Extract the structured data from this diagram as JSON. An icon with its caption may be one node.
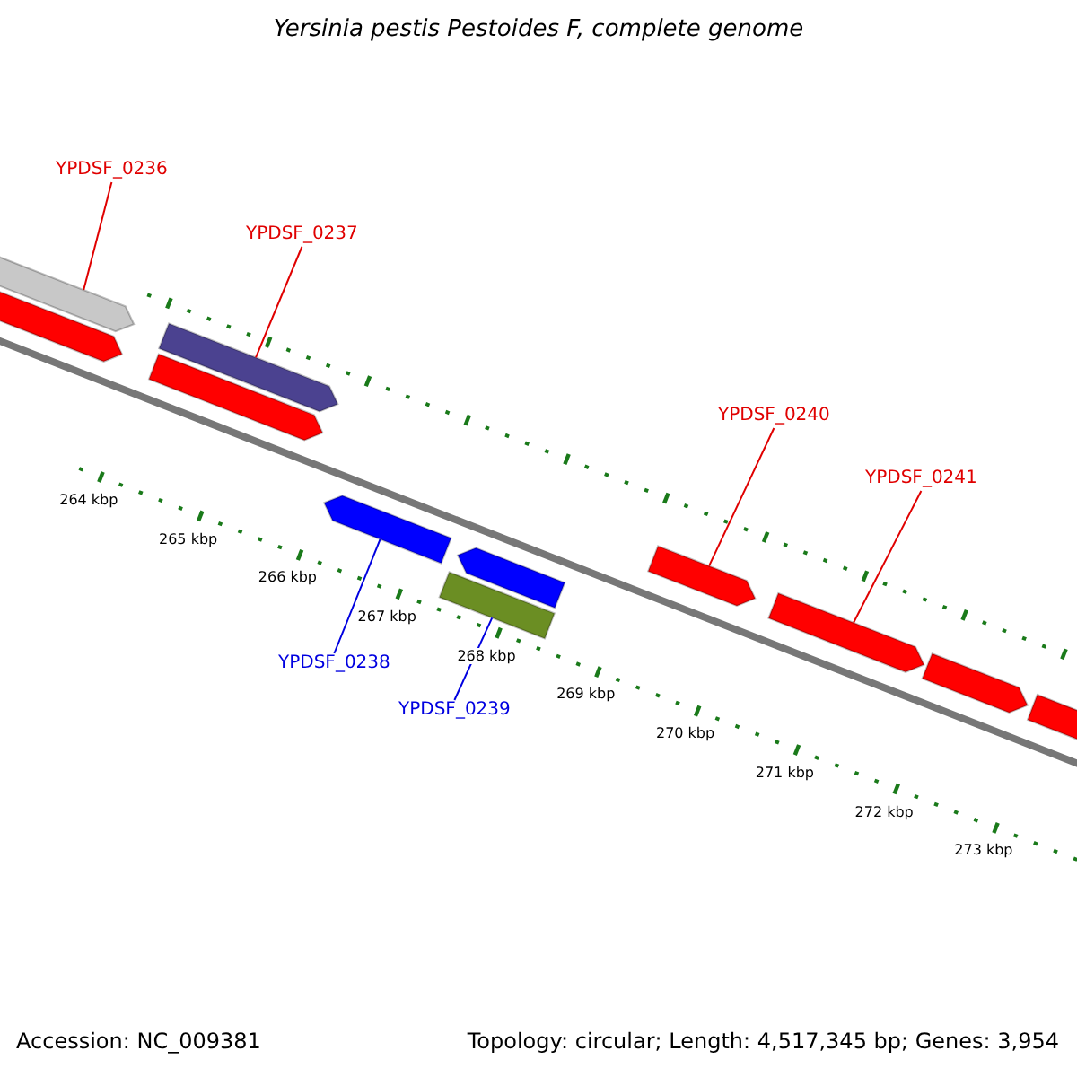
{
  "diagram": {
    "title": "Yersinia pestis Pestoides F, complete genome",
    "nodes": [
      {
        "text": [
          "YPDSF_0236"
        ]
      },
      {
        "text": [
          "YPDSF_0237"
        ]
      },
      {
        "text": [],
        "shape": "arrow"
      },
      {
        "text": [],
        "shape": "arrow"
      },
      {
        "text": [],
        "shape": "arrow"
      },
      {
        "text": [],
        "shape": "arrow"
      },
      {
        "text": [
          "YPDSF_0240"
        ]
      },
      {
        "text": [
          "YPDSF_0241"
        ]
      },
      {
        "text": [],
        "shape": "arrow"
      },
      {
        "text": [],
        "shape": "arrow"
      },
      {
        "text": [],
        "shape": "box"
      },
      {
        "text": [],
        "shape": "arrow"
      },
      {
        "text": [],
        "shape": "arrow"
      },
      {
        "text": [],
        "shape": "arrow"
      },
      {
        "text": [],
        "shape": "arrow"
      },
      {
        "text": [
          "YPDSF_0238"
        ]
      },
      {
        "text": [
          "YPDSF_0239"
        ]
      }
    ],
    "edges": [
      {
        "from": 0,
        "to": 2,
        "arrow": "none"
      },
      {
        "from": 1,
        "to": 4,
        "arrow": "none"
      },
      {
        "from": 6,
        "to": 11,
        "arrow": "none"
      },
      {
        "from": 7,
        "to": 12,
        "arrow": "none"
      },
      {
        "from": 15,
        "to": 8,
        "arrow": "none",
        "color": "#0000e0"
      },
      {
        "from": 16,
        "to": 10,
        "arrow": "none",
        "color": "#0000e0"
      }
    ],
    "labels": [
      "264 kbp",
      "265 kbp",
      "266 kbp",
      "267 kbp",
      "268 kbp",
      "269 kbp",
      "270 kbp",
      "271 kbp",
      "272 kbp",
      "273 kbp",
      "Accession: NC_009381",
      "Topology: circular; Length: 4,517,345 bp; Genes: 3,954"
    ]
  }
}
